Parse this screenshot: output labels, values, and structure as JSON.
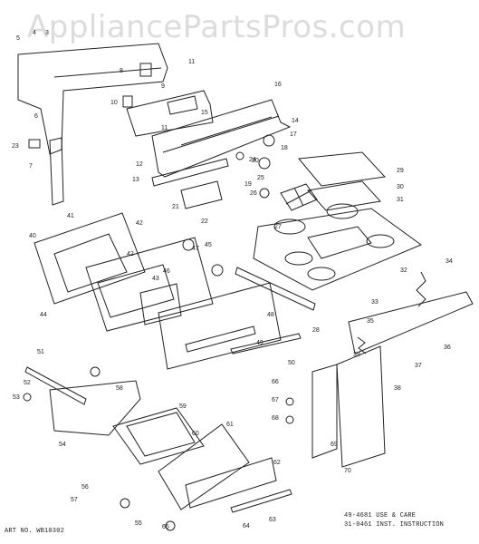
{
  "watermark": "AppliancePartsPros.com",
  "art_number": "ART NO. WB10302",
  "notes": [
    "49-4681 USE & CARE",
    "31-0461 INST. INSTRUCTION"
  ],
  "callouts": [
    "3",
    "4",
    "5",
    "6",
    "7",
    "8",
    "9",
    "10",
    "11",
    "11",
    "12",
    "13",
    "14",
    "15",
    "16",
    "17",
    "18",
    "19",
    "20",
    "21",
    "22",
    "23",
    "24",
    "25",
    "26",
    "27",
    "28",
    "29",
    "30",
    "31",
    "32",
    "33",
    "34",
    "35",
    "36",
    "37",
    "38",
    "39",
    "40",
    "41",
    "42",
    "42",
    "43",
    "44",
    "45",
    "46",
    "47",
    "48",
    "49",
    "50",
    "51",
    "52",
    "53",
    "54",
    "55",
    "56",
    "57",
    "58",
    "59",
    "60",
    "61",
    "62",
    "63",
    "64",
    "65",
    "66",
    "67",
    "68",
    "69",
    "70"
  ]
}
